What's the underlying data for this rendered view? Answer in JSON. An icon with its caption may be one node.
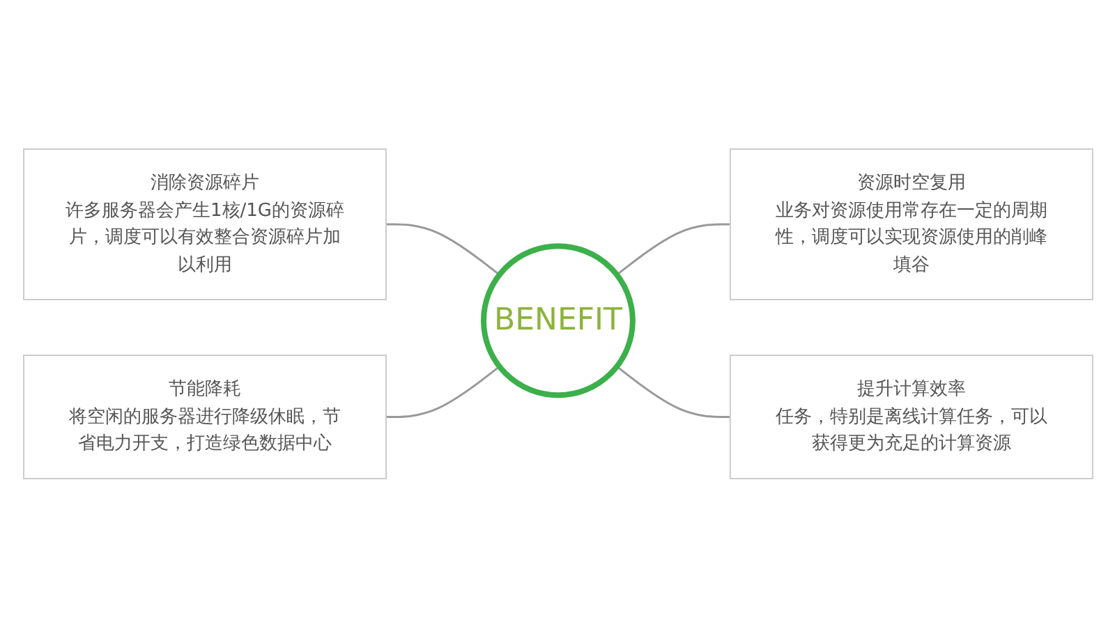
{
  "diagram": {
    "nodes": [
      {
        "text": [
          "BENEFIT"
        ]
      },
      {
        "text": [
          "消除资源碎片",
          "许多服务器会产生1核/1G的资源碎片，调度可以有效整合资源碎片加以利用"
        ]
      },
      {
        "text": [
          "资源时空复用",
          "业务对资源使用常存在一定的周期性，调度可以实现资源使用的削峰填谷"
        ]
      },
      {
        "text": [
          "节能降耗",
          "将空闲的服务器进行降级休眠，节省电力开支，打造绿色数据中心"
        ]
      },
      {
        "text": [
          "提升计算效率",
          "任务，特别是离线计算任务，可以获得更为充足的计算资源"
        ]
      }
    ],
    "edges": [
      {
        "from": 0,
        "to": 1,
        "arrow": "none"
      },
      {
        "from": 0,
        "to": 2,
        "arrow": "none"
      },
      {
        "from": 0,
        "to": 3,
        "arrow": "none"
      },
      {
        "from": 0,
        "to": 4,
        "arrow": "none"
      }
    ]
  }
}
